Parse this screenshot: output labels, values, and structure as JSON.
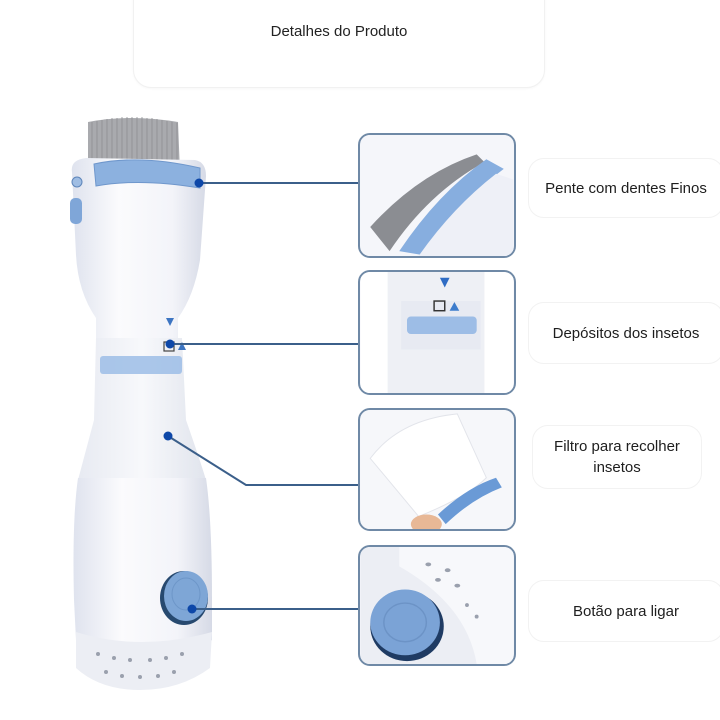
{
  "header": {
    "title": "Detalhes do Produto"
  },
  "colors": {
    "accent_blue": "#6e9fd6",
    "connector_line": "#3b5f8a",
    "connector_dot": "#0d47a8",
    "box_border": "#6f89a6"
  },
  "features": [
    {
      "label": "Pente com dentes Finos",
      "image": "comb-teeth-closeup"
    },
    {
      "label": "Depósitos dos insetos",
      "image": "insect-container-closeup"
    },
    {
      "label": "Filtro para recolher insetos",
      "image": "filter-bag-closeup"
    },
    {
      "label": "Botão para ligar",
      "image": "power-button-closeup"
    }
  ]
}
